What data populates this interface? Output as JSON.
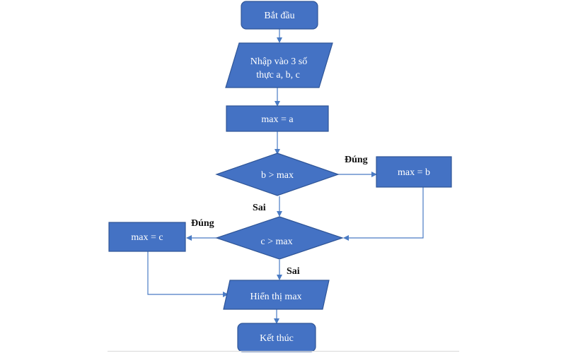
{
  "colors": {
    "node_fill": "#4472c4",
    "node_stroke": "#2f5597",
    "edge": "#4a7bc4",
    "edge_label": "#111111",
    "background": "#ffffff"
  },
  "nodes": {
    "start": {
      "shape": "rounded-rectangle",
      "label": "Bắt đầu"
    },
    "input": {
      "shape": "parallelogram",
      "label_line1": "Nhập vào 3 số",
      "label_line2": "thực a, b, c"
    },
    "assign_a": {
      "shape": "rectangle",
      "label": "max = a"
    },
    "decision_b": {
      "shape": "diamond",
      "label": "b > max"
    },
    "assign_b": {
      "shape": "rectangle",
      "label": "max = b"
    },
    "decision_c": {
      "shape": "diamond",
      "label": "c > max"
    },
    "assign_c": {
      "shape": "rectangle",
      "label": "max = c"
    },
    "output": {
      "shape": "parallelogram",
      "label": "Hiển thị max"
    },
    "end": {
      "shape": "rounded-rectangle",
      "label": "Kết thúc"
    }
  },
  "edges": {
    "b_true_label": "Đúng",
    "b_false_label": "Sai",
    "c_true_label": "Đúng",
    "c_false_label": "Sai"
  }
}
